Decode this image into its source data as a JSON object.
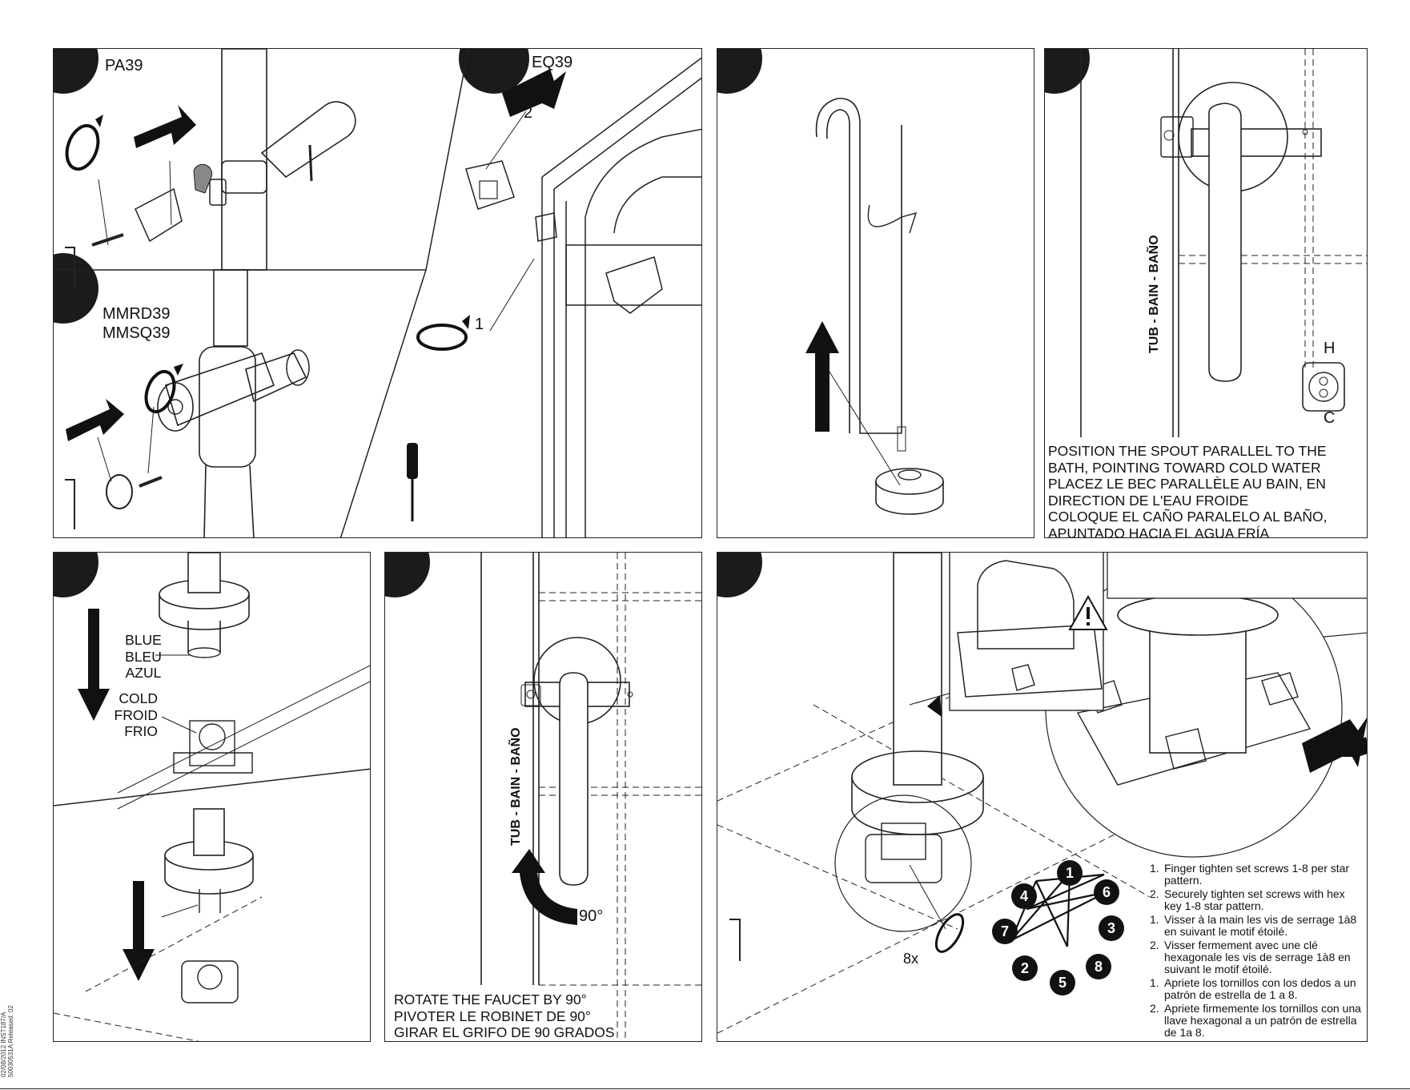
{
  "panel1": {
    "pa_model": "PA39",
    "eq_model": "EQ39",
    "mm_model_1": "MMRD39",
    "mm_model_2": "MMSQ39",
    "callout_1": "1",
    "callout_2": "2"
  },
  "panel3": {
    "vertical_label": "TUB - BAIN - BAÑO",
    "hot_label": "H",
    "cold_label": "C",
    "instruction_lines": [
      "POSITION THE SPOUT PARALLEL TO THE",
      "BATH, POINTING TOWARD COLD WATER",
      "PLACEZ LE BEC PARALLÈLE AU BAIN, EN",
      "DIRECTION DE L'EAU FROIDE",
      "COLOQUE EL CAÑO PARALELO AL BAÑO,",
      "APUNTADO HACIA EL AGUA FRÍA"
    ]
  },
  "panel4": {
    "blue_labels": [
      "BLUE",
      "BLEU",
      "AZUL"
    ],
    "cold_labels": [
      "COLD",
      "FROID",
      "FRIO"
    ]
  },
  "panel5": {
    "vertical_label": "TUB - BAIN - BAÑO",
    "angle": "90°",
    "instruction_lines": [
      "ROTATE THE FAUCET BY 90°",
      "PIVOTER LE ROBINET DE 90°",
      "GIRAR EL GRIFO DE 90 GRADOS"
    ]
  },
  "panel6": {
    "multiplier": "8x",
    "star_numbers": [
      "1",
      "2",
      "3",
      "4",
      "5",
      "6",
      "7",
      "8"
    ],
    "steps": [
      {
        "n": "1.",
        "text": "Finger tighten set screws 1-8 per star pattern."
      },
      {
        "n": "2.",
        "text": "Securely tighten set screws with hex key 1-8 star pattern."
      },
      {
        "n": "1.",
        "text": "Visser à la main les vis de serrage 1à8 en suivant le motif étoilé."
      },
      {
        "n": "2.",
        "text": "Visser fermement avec une clé hexagonale les vis de serrage 1à8 en suivant le motif étoilé."
      },
      {
        "n": "1.",
        "text": "Apriete los tornillos con los dedos a un patrón de estrella de 1 a 8."
      },
      {
        "n": "2.",
        "text": "Apriete firmemente los tornillos con una llave hexagonal a un patrón de estrella de 1a 8."
      }
    ]
  },
  "footer": {
    "doc_code": "02/08/2012 INST187/A 50030531A Released: 02"
  }
}
